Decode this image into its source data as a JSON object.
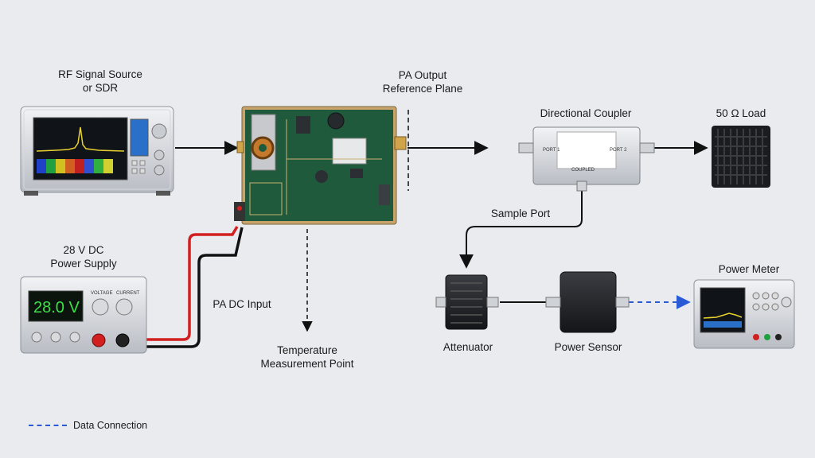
{
  "labels": {
    "signal_source": [
      "RF Signal Source",
      "or SDR"
    ],
    "pa_output_plane": [
      "PA Output",
      "Reference Plane"
    ],
    "directional_coupler": "Directional Coupler",
    "load": "50 Ω Load",
    "sample_port": "Sample Port",
    "power_supply": [
      "28 V DC",
      "Power Supply"
    ],
    "pa_dc_input": "PA DC Input",
    "temperature_point": [
      "Temperature",
      "Measurement Point"
    ],
    "attenuator": "Attenuator",
    "power_sensor": "Power Sensor",
    "power_meter": "Power Meter"
  },
  "device_text": {
    "psu_display": "28.0 V",
    "psu_voltage_knob": "VOLTAGE",
    "psu_current_knob": "CURRENT",
    "coupler_port1": "PORT 1",
    "coupler_port2": "PORT 2",
    "coupler_coupled": "COUPLED"
  },
  "legend": {
    "data_connection": "Data Connection"
  },
  "colors": {
    "rf_cable": "#111111",
    "data_connection": "#2a5bd7",
    "dc_positive": "#d21f1f",
    "dc_negative": "#111111",
    "pcb": "#1f5a3c",
    "psu_display": "#3ee04a"
  }
}
